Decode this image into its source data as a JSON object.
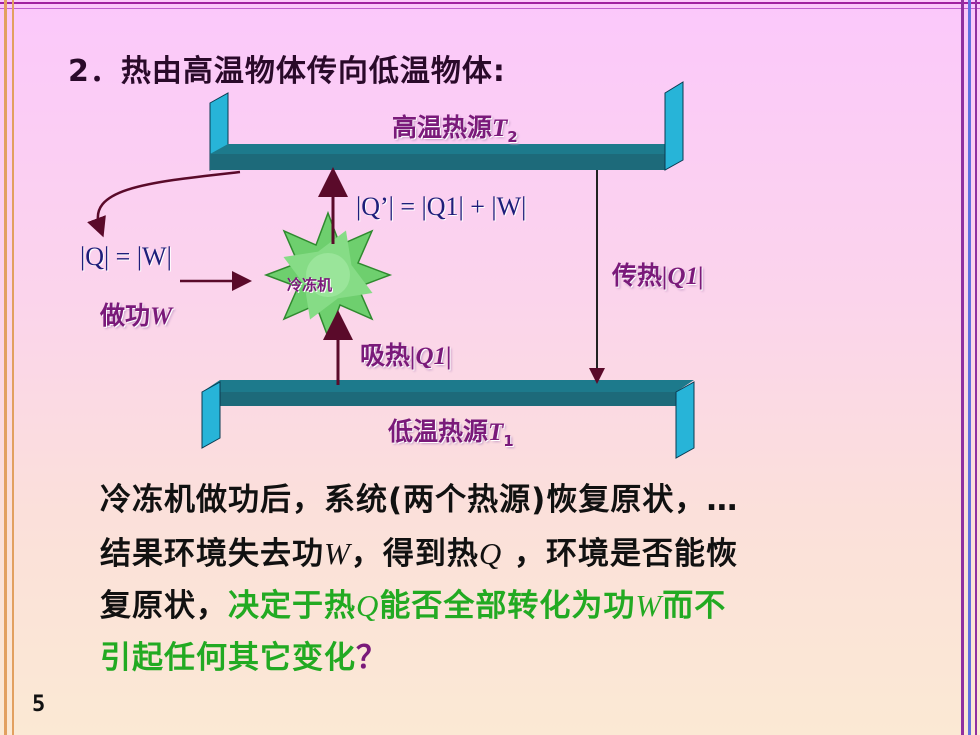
{
  "slide": {
    "title": "2．热由高温物体传向低温物体:",
    "page_number": "5"
  },
  "diagram": {
    "hot_reservoir": {
      "label": "高温热源",
      "symbol": "T",
      "subscript": "2"
    },
    "cold_reservoir": {
      "label": "低温热源",
      "symbol": "T",
      "subscript": "1"
    },
    "refrigerator_label": "冷冻机",
    "q_prime_relation": "|Q’| = |Q1| + |W|",
    "q_w_relation": "|Q| = |W|",
    "work": {
      "label": "做功",
      "symbol": "W"
    },
    "absorb_heat": {
      "label": "吸热",
      "symbol": "|Q1|"
    },
    "transfer_heat": {
      "label": "传热",
      "symbol": "|Q1|"
    },
    "colors": {
      "reservoir_bar": "#1d7a8c",
      "reservoir_side": "#27b4d8",
      "arrow": "#5a0a2a",
      "gear": "#6ecf6e",
      "label": "#7a1a7a",
      "formula": "#1e1e7a"
    }
  },
  "paragraph": {
    "line1": "冷冻机做功后，系统(两个热源)恢复原状，…",
    "line2a": "结果环境失去功",
    "line2_w": "W",
    "line2b": "，得到热",
    "line2_q": "Q",
    "line2c": " ，环境是否能恢",
    "line3a": "复原状，",
    "line3_green_a": "决定于热",
    "line3_q": "Q",
    "line3_green_b": "能否全部转化为功",
    "line3_w": "W",
    "line3_green_c": "而不",
    "line4_green": "引起任何其它变化",
    "line4_end": "？"
  }
}
